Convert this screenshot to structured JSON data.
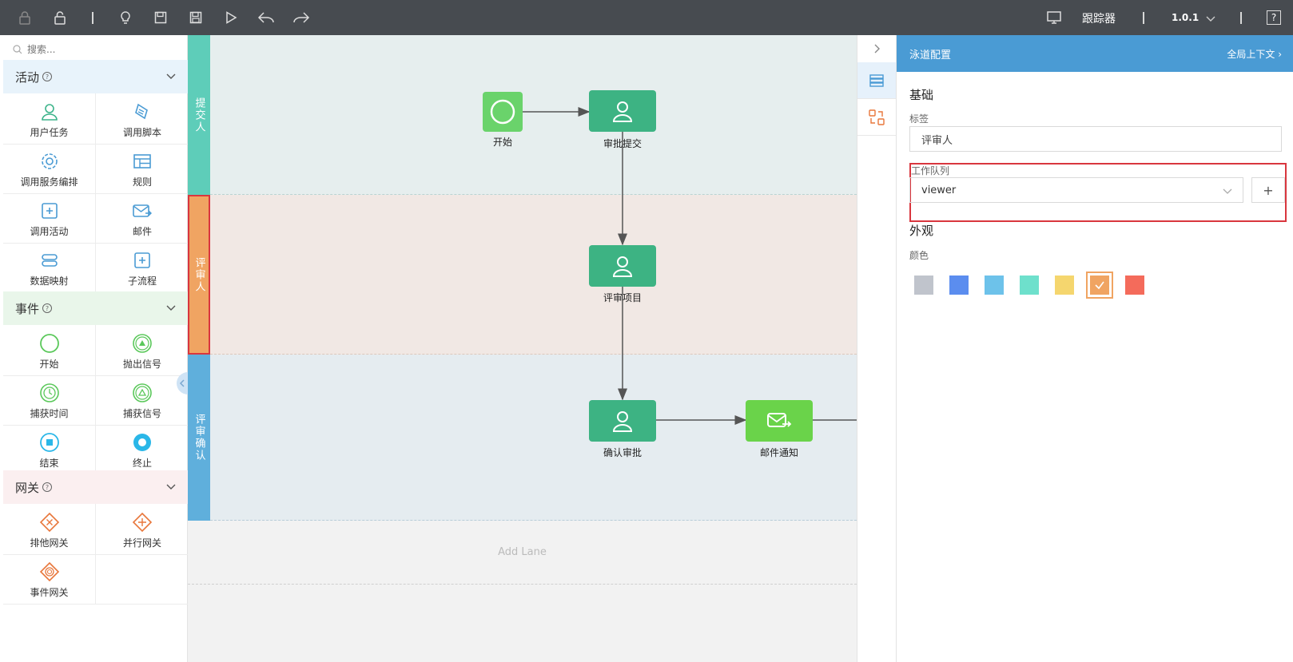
{
  "toolbar": {
    "tracker_label": "跟踪器",
    "version": "1.0.1",
    "help_label": "?"
  },
  "palette": {
    "search_placeholder": "搜索...",
    "sections": [
      {
        "title": "活动",
        "items": [
          "用户任务",
          "调用脚本",
          "调用服务编排",
          "规则",
          "调用活动",
          "邮件",
          "数据映射",
          "子流程"
        ]
      },
      {
        "title": "事件",
        "items": [
          "开始",
          "抛出信号",
          "捕获时间",
          "捕获信号",
          "结束",
          "终止"
        ]
      },
      {
        "title": "网关",
        "items": [
          "排他网关",
          "并行网关",
          "事件网关"
        ]
      }
    ]
  },
  "canvas": {
    "lanes": [
      {
        "label": "提交人",
        "color": "#5ecdb9",
        "bg": "#e6eeee"
      },
      {
        "label": "评审人",
        "color": "#f0a462",
        "bg": "#f1e8e4"
      },
      {
        "label": "评审确认",
        "color": "#5fafdc",
        "bg": "#e5ecf0"
      }
    ],
    "add_lane": "Add Lane",
    "nodes": {
      "start": "开始",
      "submit": "审批提交",
      "review": "评审项目",
      "confirm": "确认审批",
      "mail": "邮件通知"
    }
  },
  "panel": {
    "title": "泳道配置",
    "context_link": "全局上下文",
    "basic_title": "基础",
    "label_caption": "标签",
    "label_value": "评审人",
    "queue_caption": "工作队列",
    "queue_value": "viewer",
    "add_label": "+",
    "appearance_title": "外观",
    "color_caption": "颜色",
    "colors": [
      "#c0c4cc",
      "#5b8def",
      "#6dc2ea",
      "#6ee0cc",
      "#f5d66e",
      "#f0a462",
      "#f46b5b"
    ],
    "selected_color_index": 5
  }
}
